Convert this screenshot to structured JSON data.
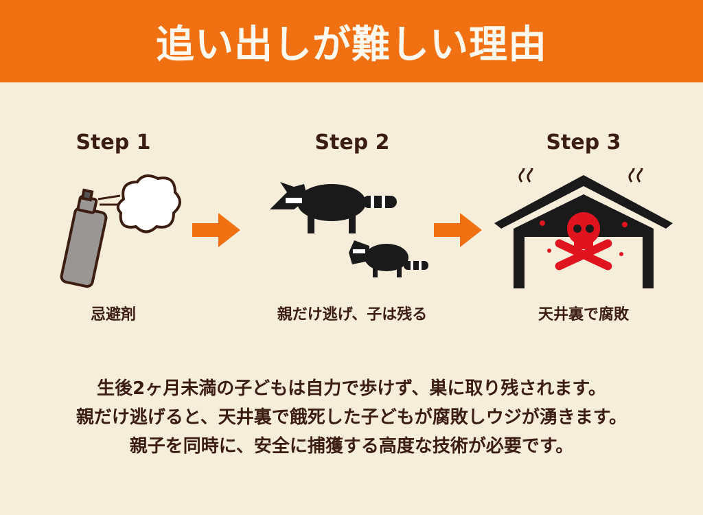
{
  "title": "追い出しが難しい理由",
  "steps": [
    {
      "label": "Step 1",
      "caption": "忌避剤",
      "icon": "spray-can-icon"
    },
    {
      "label": "Step 2",
      "caption": "親だけ逃げ、子は残る",
      "icon": "raccoon-icon"
    },
    {
      "label": "Step 3",
      "caption": "天井裏で腐敗",
      "icon": "house-skull-icon"
    }
  ],
  "message": [
    "生後2ヶ月未満の子どもは自力で歩けず、巣に取り残されます。",
    "親だけ逃げると、天井裏で餓死した子どもが腐敗しウジが湧きます。",
    "親子を同時に、安全に捕獲する高度な技術が必要です。"
  ],
  "colors": {
    "accent": "#f07012",
    "background": "#f6eedb",
    "text": "#3b1d12",
    "danger": "#e0141e"
  }
}
